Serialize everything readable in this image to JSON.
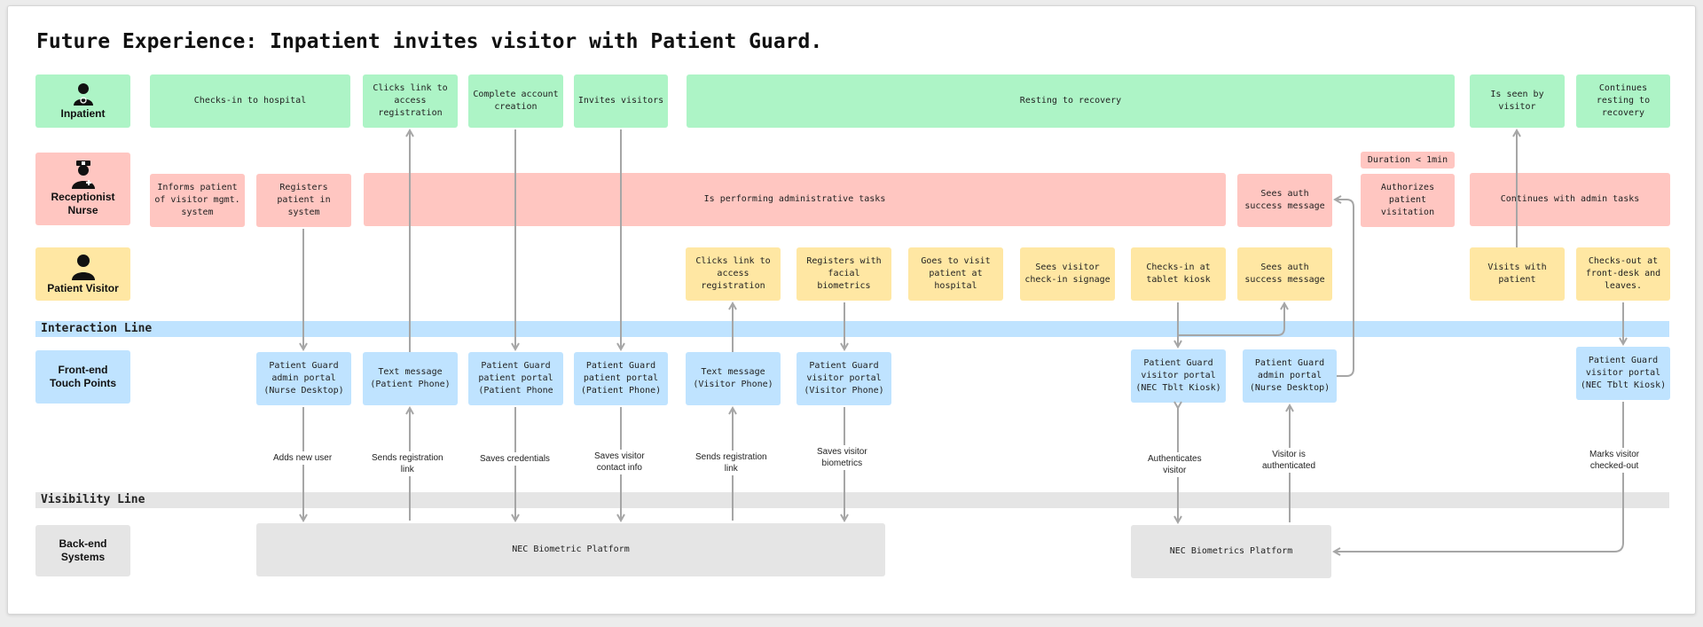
{
  "title": "Future Experience: Inpatient invites visitor with Patient Guard.",
  "colors": {
    "inpatient": "#adf4c6",
    "nurse": "#ffc6c1",
    "visitor": "#ffe7a3",
    "frontend": "#bfe3ff",
    "backend": "#e5e5e5",
    "interaction_line": "#bfe3ff",
    "visibility_line": "#e5e5e5",
    "arrow": "#a6a6a6"
  },
  "lanes": {
    "inpatient": {
      "label": "Inpatient",
      "icon": "inpatient-person-icon"
    },
    "nurse": {
      "label": "Receptionist\nNurse",
      "icon": "nurse-person-icon"
    },
    "visitor": {
      "label": "Patient Visitor",
      "icon": "visitor-person-icon"
    },
    "frontend": {
      "label": "Front-end\nTouch Points"
    },
    "backend": {
      "label": "Back-end\nSystems"
    }
  },
  "lines": {
    "interaction": "Interaction Line",
    "visibility": "Visibility Line"
  },
  "inpatient_steps": {
    "checkin": "Checks-in to hospital",
    "clicks_link": "Clicks link to\naccess\nregistration",
    "complete_account": "Complete account\ncreation",
    "invites": "Invites visitors",
    "resting": "Resting to recovery",
    "is_seen": "Is seen by\nvisitor",
    "continues_resting": "Continues\nresting to\nrecovery"
  },
  "nurse_steps": {
    "informs": "Informs patient\nof visitor mgmt.\nsystem",
    "registers": "Registers\npatient in\nsystem",
    "admin_tasks": "Is performing administrative tasks",
    "sees_auth": "Sees auth\nsuccess message",
    "duration": "Duration < 1min",
    "authorizes": "Authorizes\npatient\nvisitation",
    "continues_admin": "Continues with admin tasks"
  },
  "visitor_steps": {
    "clicks_link": "Clicks link to\naccess\nregistration",
    "registers_facial": "Registers with\nfacial\nbiometrics",
    "goes_visit": "Goes to visit\npatient at\nhospital",
    "sees_signage": "Sees visitor\ncheck-in signage",
    "checks_in_kiosk": "Checks-in at\ntablet kiosk",
    "sees_auth": "Sees auth\nsuccess message",
    "visits": "Visits with\npatient",
    "checks_out": "Checks-out at\nfront-desk and\nleaves."
  },
  "frontend_steps": {
    "pg_admin_nurse": "Patient Guard\nadmin portal\n(Nurse Desktop)",
    "text_patient": "Text message\n(Patient Phone)",
    "pg_patient_portal_1": "Patient Guard\npatient portal\n(Patient Phone",
    "pg_patient_portal_2": "Patient Guard\npatient portal\n(Patient Phone)",
    "text_visitor": "Text message\n(Visitor Phone)",
    "pg_visitor_phone": "Patient Guard\nvisitor portal\n(Visitor Phone)",
    "pg_visitor_kiosk_1": "Patient Guard\nvisitor portal\n(NEC Tblt Kiosk)",
    "pg_admin_nurse_2": "Patient Guard\nadmin portal\n(Nurse Desktop)",
    "pg_visitor_kiosk_2": "Patient Guard\nvisitor portal\n(NEC Tblt Kiosk)"
  },
  "backend_steps": {
    "nec_platform_1": "NEC Biometric Platform",
    "nec_platform_2": "NEC Biometrics Platform"
  },
  "edge_labels": {
    "adds_user": "Adds new user",
    "sends_reg_patient": "Sends registration\nlink",
    "saves_credentials": "Saves credentials",
    "saves_contact": "Saves visitor\ncontact info",
    "sends_reg_visitor": "Sends registration\nlink",
    "saves_biometrics": "Saves visitor\nbiometrics",
    "authenticates": "Authenticates\nvisitor",
    "is_authenticated": "Visitor is\nauthenticated",
    "marks_checked_out": "Marks visitor\nchecked-out"
  }
}
